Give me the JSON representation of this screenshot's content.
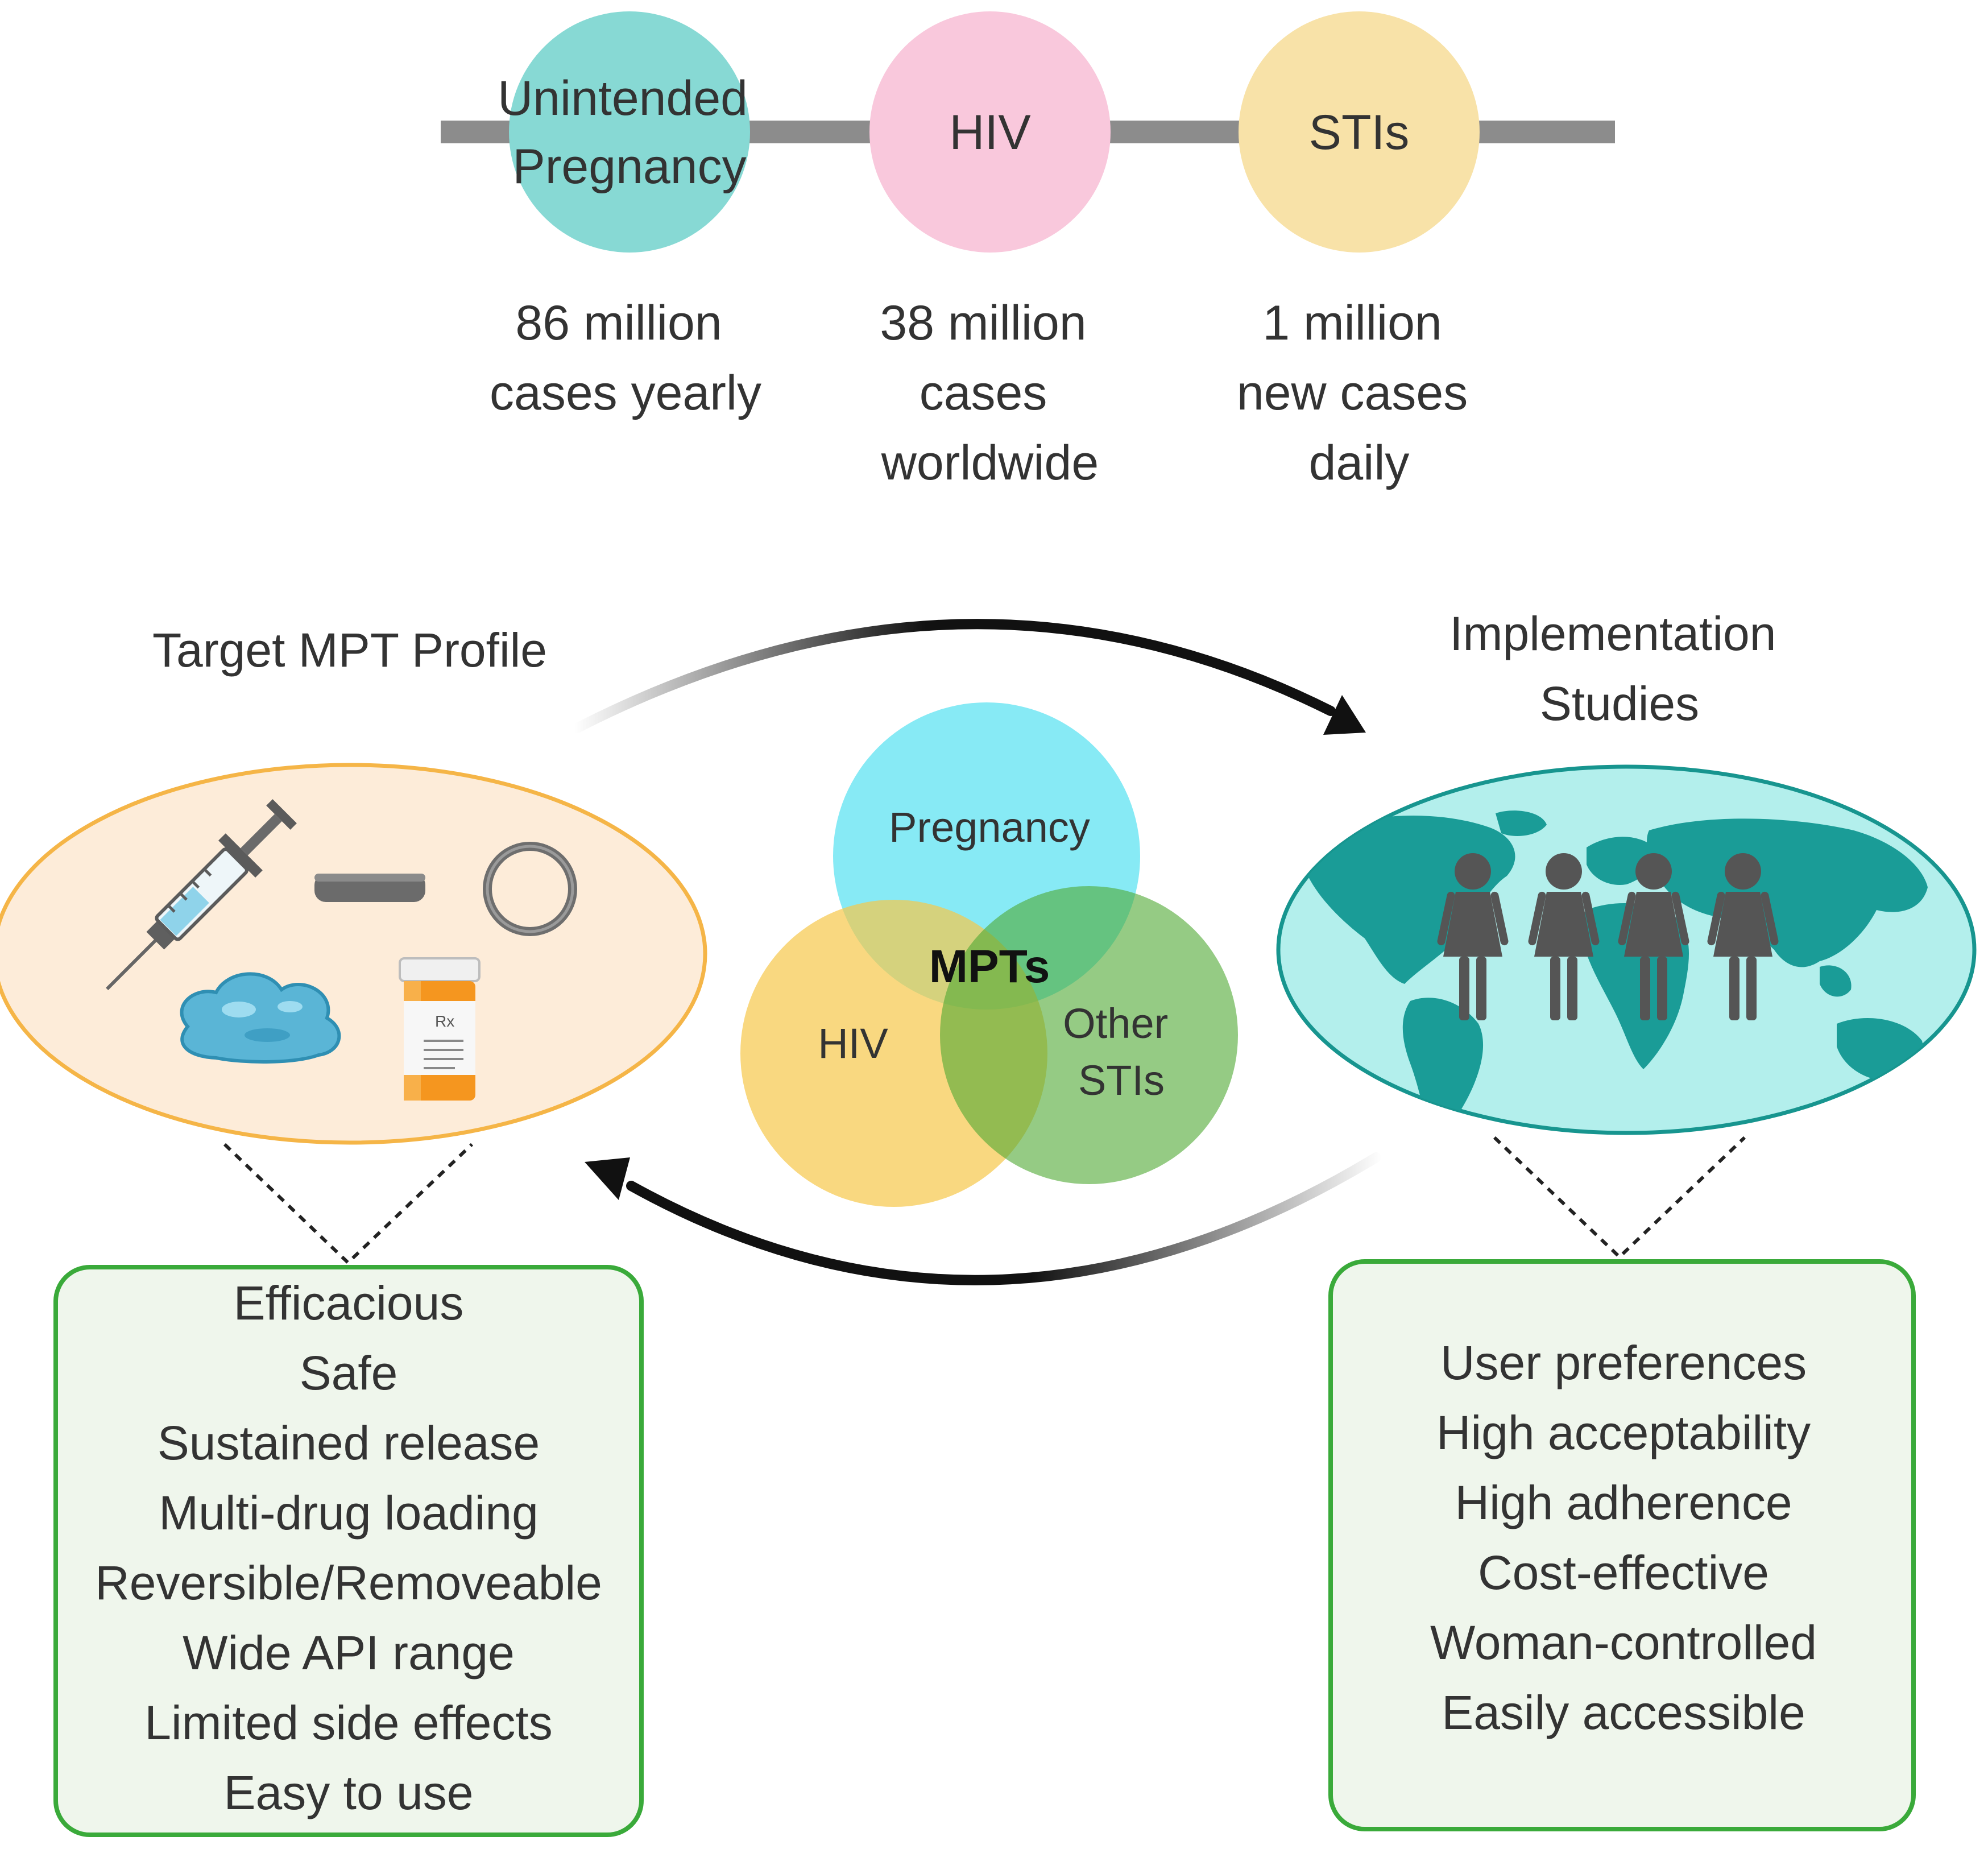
{
  "timeline": {
    "items": [
      {
        "label_lines": [
          "Unintended",
          "Pregnancy"
        ],
        "color": "#87d9d4",
        "stat_lines": [
          "86 million",
          "cases yearly"
        ]
      },
      {
        "label_lines": [
          "HIV"
        ],
        "color": "#f9c8dc",
        "stat_lines": [
          "38 million",
          "cases",
          "worldwide"
        ]
      },
      {
        "label_lines": [
          "STIs"
        ],
        "color": "#f8e2a8",
        "stat_lines": [
          "1 million",
          "new cases",
          "daily"
        ]
      }
    ],
    "bar_color": "#8c8c8c"
  },
  "target_profile": {
    "title": "Target MPT Profile",
    "ellipse_fill": "#fdecd9",
    "ellipse_stroke": "#f5b547",
    "criteria": [
      "Efficacious",
      "Safe",
      "Sustained release",
      "Multi-drug loading",
      "Reversible/Removeable",
      "Wide API range",
      "Limited side effects",
      "Easy to use"
    ],
    "icons": [
      "syringe-icon",
      "implant-rod-icon",
      "vaginal-ring-icon",
      "gel-icon",
      "pill-bottle-icon"
    ],
    "pill_label": "Rx"
  },
  "implementation": {
    "title_lines": [
      "Implementation",
      "Studies"
    ],
    "ellipse_fill": "#b3efec",
    "ellipse_stroke": "#17958f",
    "criteria": [
      "User preferences",
      "High acceptability",
      "High adherence",
      "Cost-effective",
      "Woman-controlled",
      "Easily accessible"
    ],
    "icons": [
      "world-map-icon",
      "woman-icon"
    ]
  },
  "venn": {
    "center_label": "MPTs",
    "circles": [
      {
        "label_lines": [
          "Pregnancy"
        ],
        "color": "#5fe3f2"
      },
      {
        "label_lines": [
          "HIV"
        ],
        "color": "#f7c84a"
      },
      {
        "label_lines": [
          "Other",
          "STIs"
        ],
        "color": "#4ea832"
      }
    ]
  },
  "box_style": {
    "fill": "#eff6ec",
    "stroke": "#3aaa3a"
  }
}
